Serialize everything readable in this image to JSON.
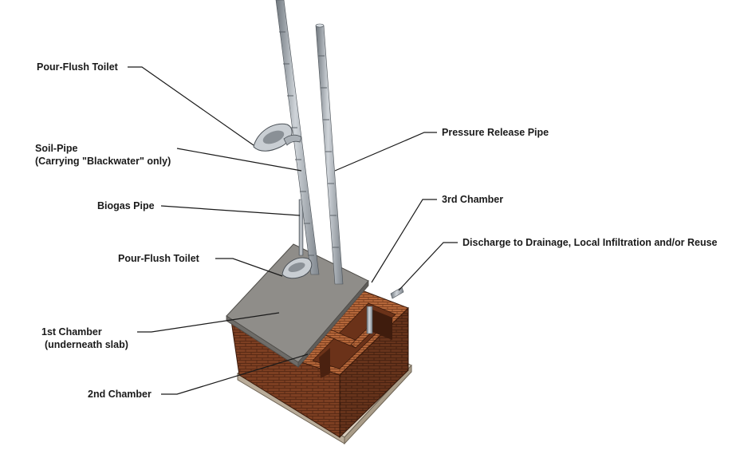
{
  "labels": {
    "toilet_top": "Pour-Flush Toilet",
    "soil_pipe_1": "Soil-Pipe",
    "soil_pipe_2": "(Carrying \"Blackwater\" only)",
    "biogas_pipe": "Biogas Pipe",
    "toilet_bottom": "Pour-Flush Toilet",
    "chamber1_1": "1st  Chamber",
    "chamber1_2": "(underneath slab)",
    "chamber2": "2nd Chamber",
    "pressure_pipe": "Pressure Release Pipe",
    "chamber3": "3rd Chamber",
    "discharge": "Discharge to Drainage, Local Infiltration and/or Reuse"
  },
  "colors": {
    "brick": "#8a4a2a",
    "brick_dark": "#5e2e18",
    "slab": "#8e8c88",
    "pipe": "#a6adb4",
    "leader": "#1a1a1a"
  }
}
